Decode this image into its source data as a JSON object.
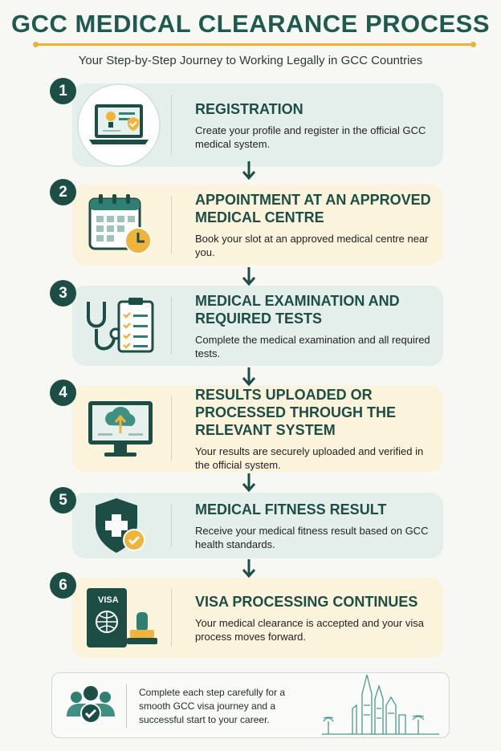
{
  "header": {
    "title": "GCC MEDICAL CLEARANCE PROCESS",
    "subtitle": "Your Step-by-Step Journey to Working Legally in GCC Countries"
  },
  "colors": {
    "primary": "#1d4e46",
    "accent": "#e9b23c",
    "card_teal": "#e4efec",
    "card_cream": "#fbf3dc"
  },
  "steps": [
    {
      "number": "1",
      "icon": "laptop-profile-icon",
      "title": "REGISTRATION",
      "description": "Create your profile and register in the official GCC medical system."
    },
    {
      "number": "2",
      "icon": "calendar-clock-icon",
      "title": "APPOINTMENT AT AN APPROVED MEDICAL CENTRE",
      "description": "Book your slot at an approved medical centre near you."
    },
    {
      "number": "3",
      "icon": "stethoscope-checklist-icon",
      "title": "MEDICAL EXAMINATION AND REQUIRED TESTS",
      "description": "Complete the medical examination and all required tests."
    },
    {
      "number": "4",
      "icon": "cloud-upload-monitor-icon",
      "title": "RESULTS UPLOADED OR PROCESSED THROUGH THE RELEVANT SYSTEM",
      "description": "Your results are securely uploaded and verified in the official system."
    },
    {
      "number": "5",
      "icon": "medical-shield-icon",
      "title": "MEDICAL FITNESS RESULT",
      "description": "Receive your medical fitness result based on GCC health standards."
    },
    {
      "number": "6",
      "icon": "visa-passport-stamp-icon",
      "title": "VISA PROCESSING CONTINUES",
      "description": "Your medical clearance is accepted and your visa process moves forward."
    }
  ],
  "visa_label": "VISA",
  "footer": {
    "text": "Complete each step carefully for a smooth GCC visa journey and a successful start to your career."
  }
}
